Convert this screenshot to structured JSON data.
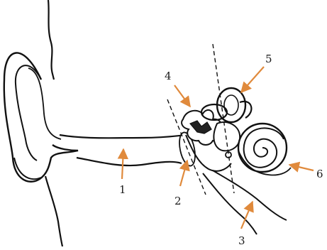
{
  "diagram": {
    "labels": [
      {
        "id": "1",
        "text": "1"
      },
      {
        "id": "2",
        "text": "2"
      },
      {
        "id": "3",
        "text": "3"
      },
      {
        "id": "4",
        "text": "4"
      },
      {
        "id": "5",
        "text": "5"
      },
      {
        "id": "6",
        "text": "6"
      }
    ],
    "colors": {
      "ink": "#111111",
      "arrow": "#e08a3c",
      "background": "#ffffff"
    }
  }
}
